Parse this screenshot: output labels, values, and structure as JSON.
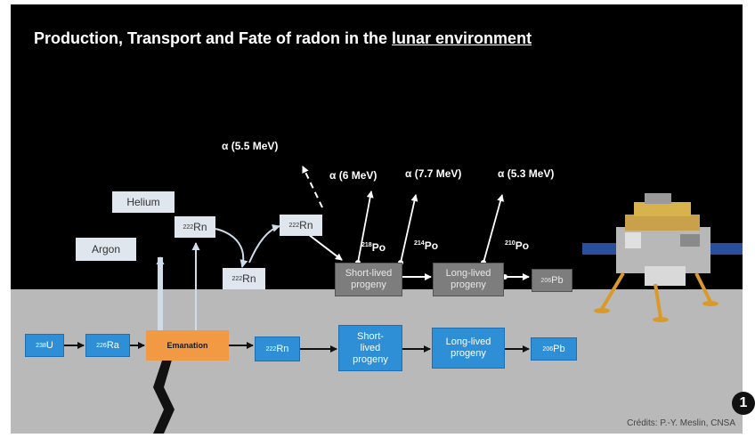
{
  "slide": {
    "title_plain": "Production, Transport and Fate of radon in the",
    "title_underlined": "lunar environment",
    "credit": "Crédits: P.-Y. Meslin, CNSA",
    "badge": "1"
  },
  "gases": {
    "helium": "Helium",
    "argon": "Argon"
  },
  "surface_chain": {
    "u238": {
      "mass": "238",
      "symbol": "U"
    },
    "ra226": {
      "mass": "226",
      "symbol": "Ra"
    },
    "emanation": "Emanation",
    "rn222": {
      "mass": "222",
      "symbol": "Rn"
    },
    "short_lived": "Short-\nlived\nprogeny",
    "long_lived": "Long-lived\nprogeny",
    "pb206": {
      "mass": "206",
      "symbol": "Pb"
    }
  },
  "atmosphere_chain": {
    "rn_up": {
      "mass": "222",
      "symbol": "Rn"
    },
    "rn_low": {
      "mass": "222",
      "symbol": "Rn"
    },
    "rn_high": {
      "mass": "222",
      "symbol": "Rn"
    },
    "short_lived": "Short-lived\nprogeny",
    "long_lived": "Long-lived\nprogeny",
    "pb206": {
      "mass": "206",
      "symbol": "Pb"
    }
  },
  "alphas": {
    "a1": "α (5.5 MeV)",
    "a2": "α (6 MeV)",
    "a3": "α (7.7 MeV)",
    "a4": "α (5.3 MeV)"
  },
  "polonium": {
    "po218": {
      "mass": "218",
      "symbol": "Po"
    },
    "po214": {
      "mass": "214",
      "symbol": "Po"
    },
    "po210": {
      "mass": "210",
      "symbol": "Po"
    }
  },
  "colors": {
    "ground": "#b9b9b9",
    "sky": "#000000",
    "blue": "#2e8fd6",
    "orange": "#f29a43",
    "gray": "#7d7d7d",
    "pale": "#dfe6ee"
  }
}
